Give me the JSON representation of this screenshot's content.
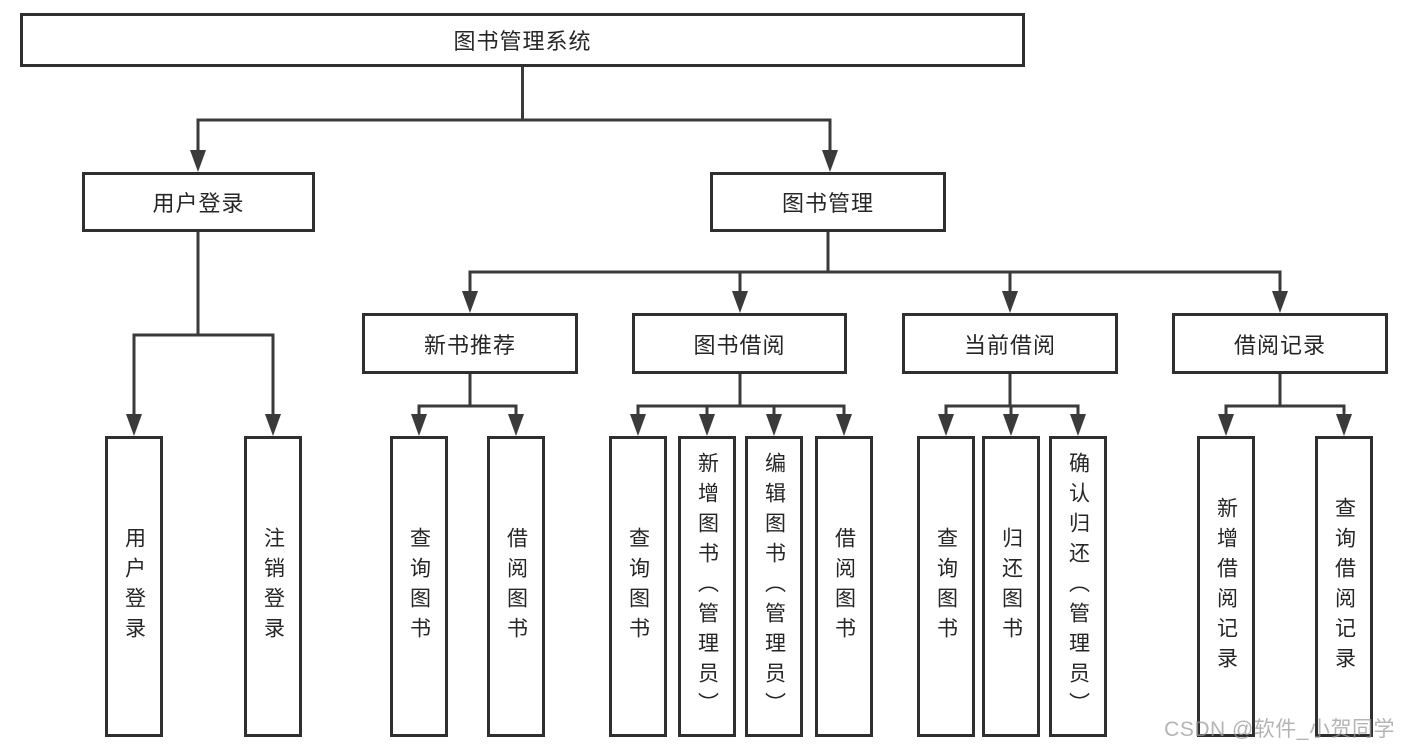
{
  "diagram": {
    "root": {
      "label": "图书管理系统"
    },
    "branches": [
      {
        "label": "用户登录",
        "children": [
          {
            "label": "用户登录"
          },
          {
            "label": "注销登录"
          }
        ]
      },
      {
        "label": "图书管理",
        "children": [
          {
            "label": "新书推荐",
            "children": [
              {
                "label": "查询图书"
              },
              {
                "label": "借阅图书"
              }
            ]
          },
          {
            "label": "图书借阅",
            "children": [
              {
                "label": "查询图书"
              },
              {
                "label": "新增图书（管理员）"
              },
              {
                "label": "编辑图书（管理员）"
              },
              {
                "label": "借阅图书"
              }
            ]
          },
          {
            "label": "当前借阅",
            "children": [
              {
                "label": "查询图书"
              },
              {
                "label": "归还图书"
              },
              {
                "label": "确认归还（管理员）"
              }
            ]
          },
          {
            "label": "借阅记录",
            "children": [
              {
                "label": "新增借阅记录"
              },
              {
                "label": "查询借阅记录"
              }
            ]
          }
        ]
      }
    ]
  },
  "watermark": {
    "text": "CSDN @软件_小贺同学"
  },
  "colors": {
    "line": "#3a3a3a",
    "box_border": "#2f2f2f",
    "text": "#262626",
    "watermark": "#9b9b9b",
    "background": "#ffffff"
  }
}
